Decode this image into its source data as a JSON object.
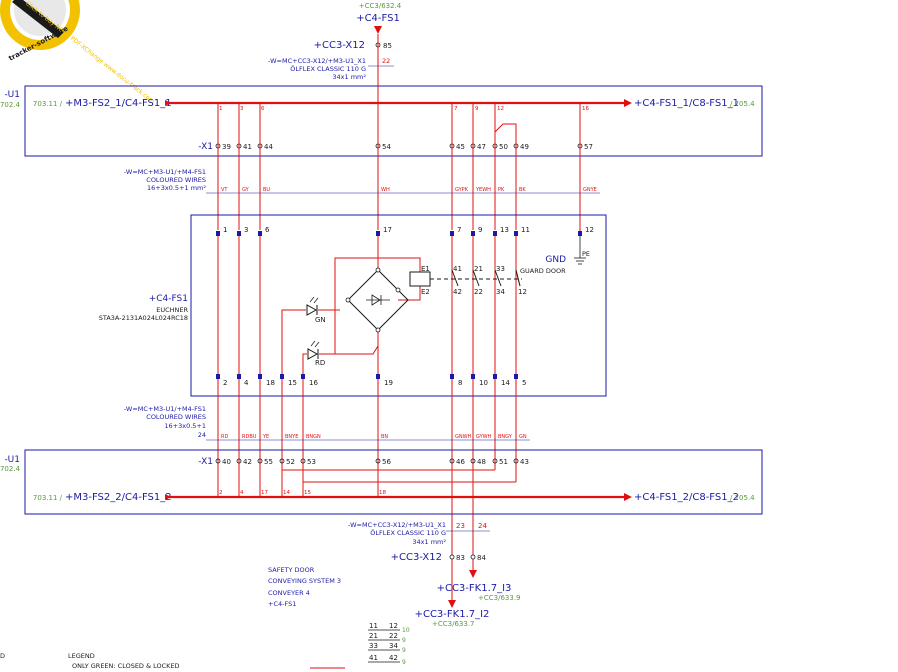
{
  "badge": {
    "text": "Click to buy NOW! PDF-XChange www.docu-track.com",
    "watermark": "tracker-software"
  },
  "top": {
    "ref": "+CC3/632.4",
    "source": "+C4-FS1",
    "terminal": "+CC3-X12",
    "terminal_pin": "85"
  },
  "cable_top": {
    "id": "-W=MC+CC3-X12/+M3-U1_X1",
    "type": "ÖLFLEX CLASSIC 110 G",
    "spec": "34x1 mm²",
    "core": "22"
  },
  "u1_top": {
    "label": "-U1",
    "ref_left": "/702.4",
    "ref_in": "703.11 /",
    "bus_in": "+M3-FS2_1/C4-FS1_1",
    "bus_out": "+C4-FS1_1/C8-FS1_1",
    "ref_out": "/ 705.4",
    "core_nums": [
      "1",
      "3",
      "6",
      "7",
      "9",
      "12",
      "16"
    ]
  },
  "x1_top": {
    "label": "-X1",
    "pins": [
      "39",
      "41",
      "44",
      "54",
      "45",
      "47",
      "50",
      "49",
      "57"
    ]
  },
  "wires_top": {
    "id": "-W=MC+M3-U1/+M4-FS1",
    "desc": "COLOURED WIRES",
    "spec": "16+3x0.5+1 mm²",
    "colors": [
      "VT",
      "GY",
      "BU",
      "WH",
      "GYPK",
      "YEWH",
      "PK",
      "BK",
      "GNYE"
    ]
  },
  "device": {
    "tag": "+C4-FS1",
    "maker": "EUCHNER",
    "part": "STA3A-2131A024L024RC18",
    "pins_top": [
      "1",
      "3",
      "6",
      "17",
      "7",
      "9",
      "13",
      "11",
      "12"
    ],
    "pins_bottom": [
      "2",
      "4",
      "18",
      "15",
      "16",
      "19",
      "8",
      "10",
      "14",
      "5"
    ],
    "contacts_top": [
      "41",
      "21",
      "33"
    ],
    "contacts_bottom": [
      "42",
      "22",
      "34",
      "12"
    ],
    "coil": [
      "E1",
      "E2"
    ],
    "guard": "GUARD DOOR",
    "led_gn": "GN",
    "led_rd": "RD",
    "gnd": "GND",
    "pe": "PE"
  },
  "wires_bottom": {
    "id": "-W=MC+M3-U1/+M4-FS1",
    "desc": "COLOURED WIRES",
    "spec": "16+3x0.5+1",
    "count": "24",
    "colors": [
      "RD",
      "RDBU",
      "YE",
      "BNYE",
      "BNGN",
      "BN",
      "GNWH",
      "GYWH",
      "BNGY",
      "GN"
    ]
  },
  "x1_bottom": {
    "label": "-X1",
    "pins": [
      "40",
      "42",
      "55",
      "52",
      "53",
      "56",
      "46",
      "48",
      "51",
      "43"
    ]
  },
  "u1_bottom": {
    "label": "-U1",
    "ref_left": "/702.4",
    "ref_in": "703.11 /",
    "bus_in": "+M3-FS2_2/C4-FS1_2",
    "bus_out": "+C4-FS1_2/C8-FS1_2",
    "ref_out": "/ 705.4",
    "core_nums": [
      "2",
      "4",
      "17",
      "14",
      "15",
      "18"
    ]
  },
  "cable_bottom": {
    "id": "-W=MC+CC3-X12/+M3-U1_X1",
    "type": "ÖLFLEX CLASSIC 110 G",
    "spec": "34x1 mm²",
    "cores": [
      "23",
      "24"
    ],
    "terminal": "+CC3-X12",
    "pins": [
      "83",
      "84"
    ]
  },
  "outputs": [
    {
      "tag": "+CC3-FK1.7_I3",
      "ref": "+CC3/633.9"
    },
    {
      "tag": "+CC3-FK1.7_I2",
      "ref": "+CC3/633.7"
    }
  ],
  "notes": [
    "SAFETY DOOR",
    "CONVEYING SYSTEM 3",
    "CONVEYER 4",
    "+C4-FS1"
  ],
  "contact_table": {
    "rows": [
      {
        "a": "11",
        "b": "12",
        "ref": "10"
      },
      {
        "a": "21",
        "b": "22",
        "ref": "9"
      },
      {
        "a": "33",
        "b": "34",
        "ref": "9"
      },
      {
        "a": "41",
        "b": "42",
        "ref": "9"
      }
    ]
  },
  "legend": {
    "title": "LEGEND",
    "line1": "ONLY GREEN: CLOSED & LOCKED",
    "edge": "D"
  }
}
